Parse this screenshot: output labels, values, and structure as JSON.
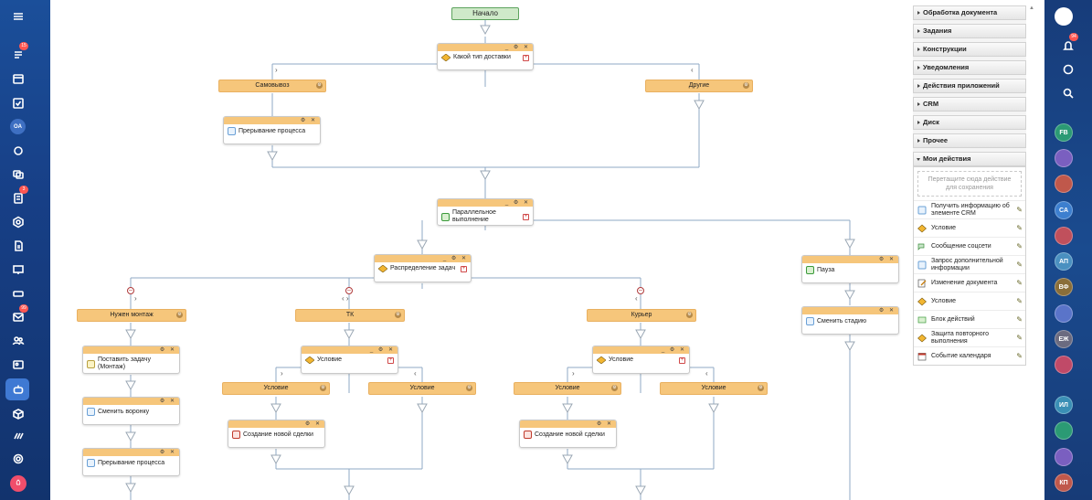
{
  "left_nav": {
    "badges": {
      "feed": "15",
      "tasks": "3",
      "mail": "99"
    },
    "user_initials": "OA"
  },
  "right_nav": {
    "badge": "94",
    "avatars": [
      "FB",
      "CA",
      "АП",
      "ВФ",
      "ЕЖ",
      "ИЛ",
      "КП"
    ]
  },
  "workflow": {
    "start": "Начало",
    "delivery": "Какой тип доставки",
    "pickup": "Самовывоз",
    "others": "Другие",
    "interrupt": "Прерывание процесса",
    "parallel": "Параллельное выполнение",
    "distribute": "Распределение задач",
    "pause": "Пауза",
    "change_stage": "Сменить стадию",
    "mount": "Нужен монтаж",
    "tk": "ТК",
    "courier": "Курьер",
    "set_task": "Поставить задачу (Монтаж)",
    "change_funnel": "Сменить воронку",
    "condition": "Условие",
    "new_deal": "Создание новой сделки"
  },
  "panel": {
    "sections": [
      "Обработка документа",
      "Задания",
      "Конструкции",
      "Уведомления",
      "Действия приложений",
      "CRM",
      "Диск",
      "Прочее"
    ],
    "my_actions": "Мои действия",
    "drop_hint": "Перетащите сюда действие для сохранения",
    "actions": [
      "Получить информацию об элементе CRM",
      "Условие",
      "Сообщение соцсети",
      "Запрос дополнительной информации",
      "Изменение документа",
      "Условие",
      "Блок действий",
      "Защита повторного выполнения",
      "Событие календаря"
    ],
    "action_icons": [
      "info-icon",
      "condition-icon",
      "chat-icon",
      "info-icon",
      "doc-edit-icon",
      "condition-icon",
      "block-icon",
      "condition-icon",
      "calendar-icon"
    ]
  },
  "colors": {
    "node_header": "#f6c67b",
    "start_fill": "#cfe9c9",
    "left_nav": "#1b4f9a",
    "line": "#8fa8c4"
  }
}
